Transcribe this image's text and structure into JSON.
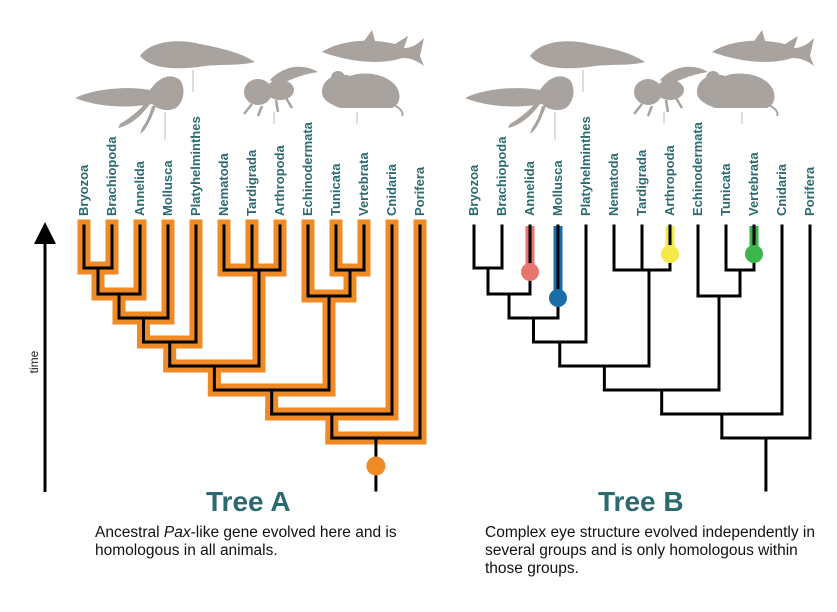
{
  "axis": {
    "label": "time"
  },
  "taxa": [
    "Bryozoa",
    "Brachiopoda",
    "Annelida",
    "Mollusca",
    "Platyhelminthes",
    "Nematoda",
    "Tardigrada",
    "Arthropoda",
    "Echinodermata",
    "Tunicata",
    "Vertebrata",
    "Cnidaria",
    "Porifera"
  ],
  "treeA": {
    "title": "Tree A",
    "caption_before": "Ancestral ",
    "caption_italic": "Pax",
    "caption_after": "-like gene evolved here and is homologous in all animals.",
    "highlight_color": "#f08a24",
    "origin_marker_color": "#f08a24"
  },
  "treeB": {
    "title": "Tree B",
    "caption": "Complex eye structure evolved independently in several groups and is only homologous within those groups.",
    "markers": [
      {
        "taxon": "Annelida",
        "color": "#e8756e"
      },
      {
        "taxon": "Mollusca",
        "color": "#1a6ea8"
      },
      {
        "taxon": "Arthropoda",
        "color": "#f5e84a"
      },
      {
        "taxon": "Vertebrata",
        "color": "#3cb54a"
      }
    ]
  },
  "icons": [
    "squid-icon",
    "flatworm-icon",
    "fly-icon",
    "shark-icon",
    "mouse-icon"
  ]
}
